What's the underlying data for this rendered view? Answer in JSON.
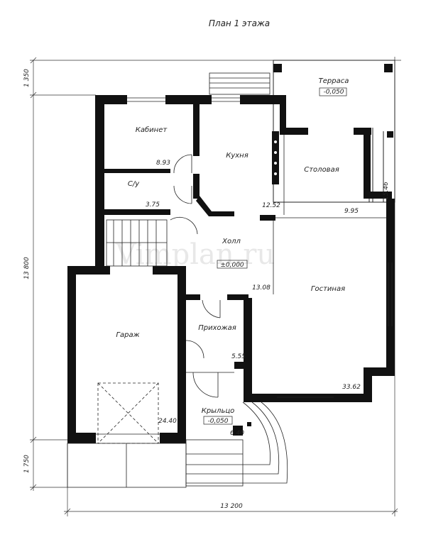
{
  "title": "План 1 этажа",
  "watermark": "Vimplan.ru",
  "rooms": {
    "terrace": {
      "name": "Терраса",
      "level": "-0,050"
    },
    "study": {
      "name": "Кабинет",
      "area": "8.93"
    },
    "kitchen": {
      "name": "Кухня",
      "area": "12.52"
    },
    "dining": {
      "name": "Столовая",
      "area": "9.95"
    },
    "bathroom": {
      "name": "С/у",
      "area": "3.75"
    },
    "hall": {
      "name": "Холл",
      "level": "±0,000",
      "area": "13.08"
    },
    "living": {
      "name": "Гостиная",
      "area": "33.62"
    },
    "garage": {
      "name": "Гараж",
      "area": "24.40"
    },
    "entry": {
      "name": "Прихожая",
      "area": "5.55"
    },
    "porch": {
      "name": "Крыльцо",
      "level": "-0,050",
      "area": "6.40"
    },
    "terrace_area": "15.46"
  },
  "dimensions": {
    "top": "1 350",
    "left": "13 800",
    "bottom_left": "1 750",
    "bottom": "13 200"
  }
}
